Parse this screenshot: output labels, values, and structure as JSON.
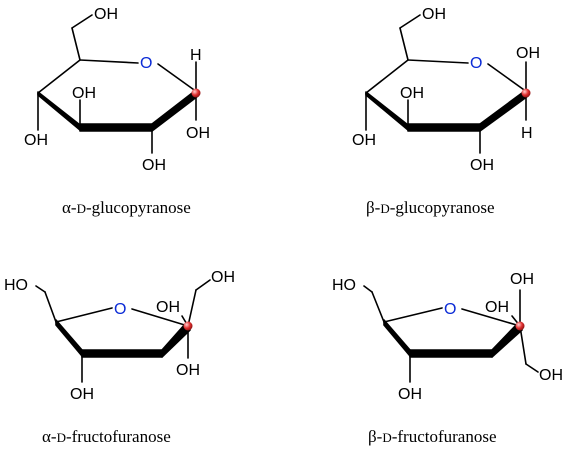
{
  "figure": {
    "colors": {
      "bond": "#000000",
      "oxygen_label": "#0b2bd6",
      "anomeric_marker": "#e03030",
      "background": "#ffffff"
    },
    "atom_labels": {
      "oh": "OH",
      "ho": "HO",
      "h": "H",
      "o": "O"
    },
    "molecules": [
      {
        "greek": "α",
        "dash": "-",
        "config": "D",
        "name": "-glucopyranose"
      },
      {
        "greek": "β",
        "dash": "-",
        "config": "D",
        "name": "-glucopyranose"
      },
      {
        "greek": "α",
        "dash": "-",
        "config": "D",
        "name": "-fructofuranose"
      },
      {
        "greek": "β",
        "dash": "-",
        "config": "D",
        "name": "-fructofuranose"
      }
    ]
  }
}
